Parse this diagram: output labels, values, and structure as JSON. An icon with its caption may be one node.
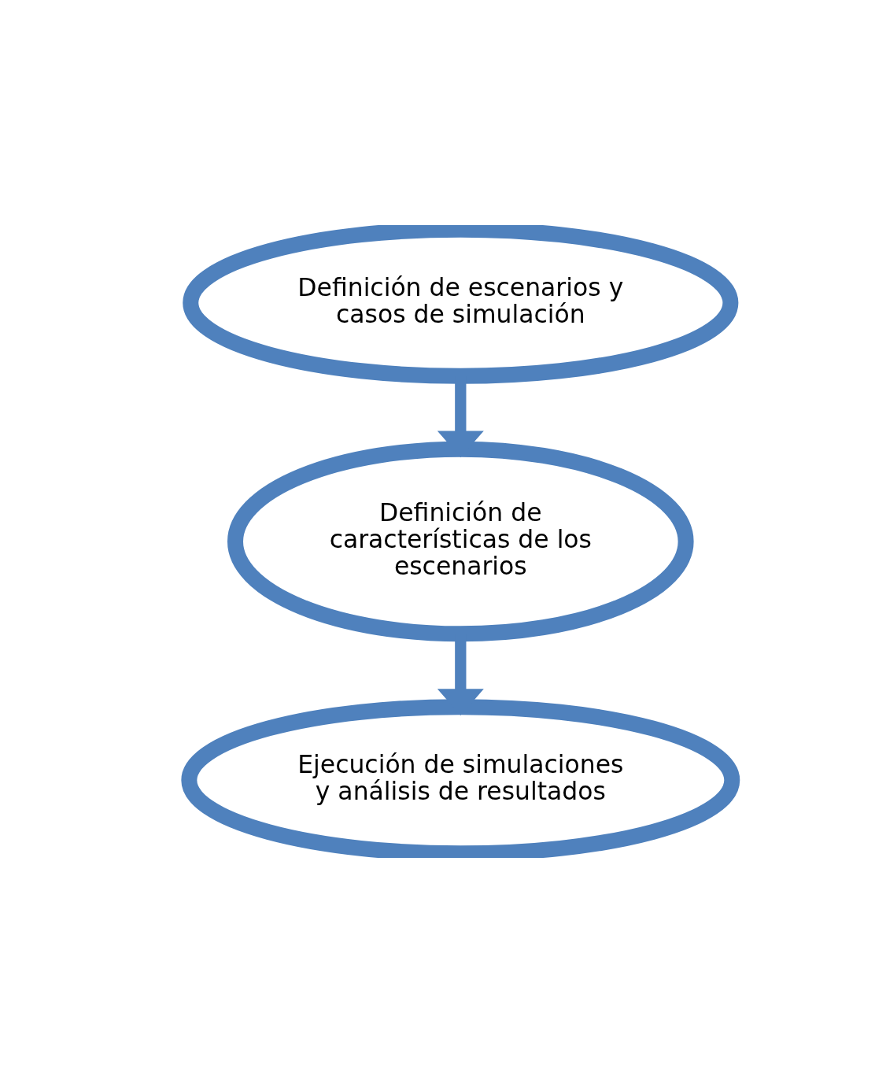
{
  "diagram": {
    "nodes": [
      {
        "text": [
          "Definición de escenarios y casos de simulación"
        ]
      },
      {
        "text": [
          "Definición de características de los escenarios"
        ]
      },
      {
        "text": [
          "Ejecución de simulaciones y análisis de resultados"
        ]
      }
    ],
    "edges": [
      {
        "from": 0,
        "to": 1,
        "arrow": "to"
      },
      {
        "from": 1,
        "to": 2,
        "arrow": "to"
      }
    ]
  }
}
